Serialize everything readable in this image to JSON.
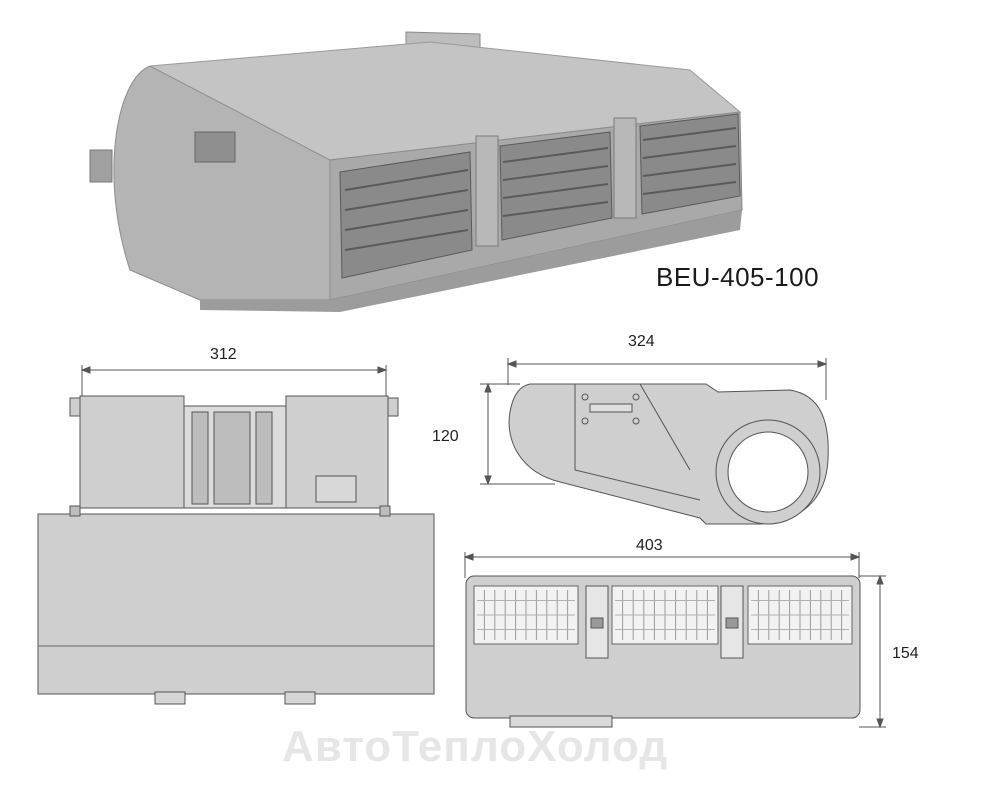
{
  "product": {
    "model": "BEU-405-100"
  },
  "dimensions": {
    "top_view_width": "312",
    "side_view_depth": "324",
    "side_view_height": "120",
    "front_view_length": "403",
    "front_view_height": "154"
  },
  "watermark": "АвтоТеплоХолод",
  "colors": {
    "housing": "#cfcfcf",
    "outline": "#555555",
    "vent": "#8a8a8a"
  }
}
